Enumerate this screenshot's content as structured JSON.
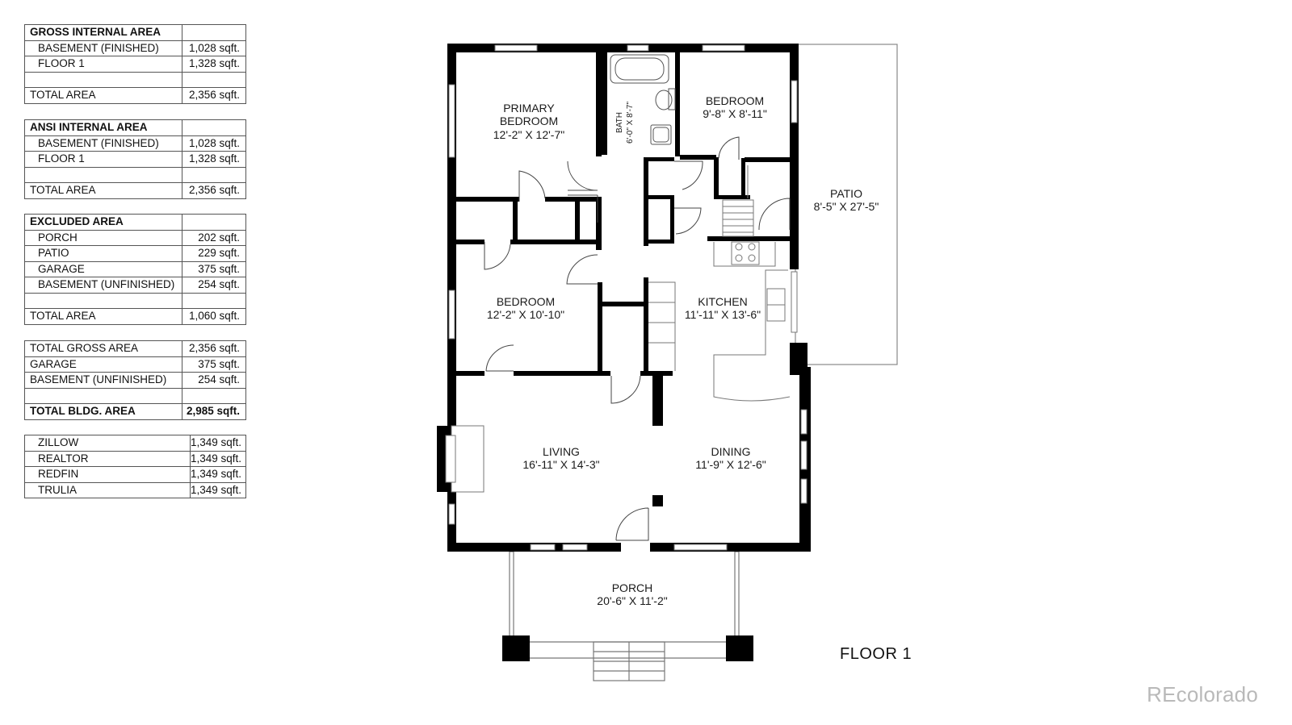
{
  "tables": {
    "gross": {
      "title": "GROSS INTERNAL AREA",
      "rows": [
        {
          "label": "BASEMENT (FINISHED)",
          "value": "1,028 sqft."
        },
        {
          "label": "FLOOR 1",
          "value": "1,328 sqft."
        }
      ],
      "total_label": "TOTAL AREA",
      "total_value": "2,356 sqft."
    },
    "ansi": {
      "title": "ANSI INTERNAL AREA",
      "rows": [
        {
          "label": "BASEMENT (FINISHED)",
          "value": "1,028 sqft."
        },
        {
          "label": "FLOOR 1",
          "value": "1,328 sqft."
        }
      ],
      "total_label": "TOTAL AREA",
      "total_value": "2,356 sqft."
    },
    "excluded": {
      "title": "EXCLUDED AREA",
      "rows": [
        {
          "label": "PORCH",
          "value": "202 sqft."
        },
        {
          "label": "PATIO",
          "value": "229 sqft."
        },
        {
          "label": "GARAGE",
          "value": "375 sqft."
        },
        {
          "label": "BASEMENT (UNFINISHED)",
          "value": "254 sqft."
        }
      ],
      "total_label": "TOTAL AREA",
      "total_value": "1,060 sqft."
    },
    "summary": {
      "rows": [
        {
          "label": "TOTAL GROSS AREA",
          "value": "2,356 sqft."
        },
        {
          "label": "GARAGE",
          "value": "375 sqft."
        },
        {
          "label": "BASEMENT (UNFINISHED)",
          "value": "254 sqft."
        }
      ],
      "total_label": "TOTAL BLDG. AREA",
      "total_value": "2,985 sqft."
    },
    "portals": {
      "rows": [
        {
          "label": "ZILLOW",
          "value": "1,349 sqft."
        },
        {
          "label": "REALTOR",
          "value": "1,349 sqft."
        },
        {
          "label": "REDFIN",
          "value": "1,349 sqft."
        },
        {
          "label": "TRULIA",
          "value": "1,349 sqft."
        }
      ]
    }
  },
  "rooms": {
    "primary_bedroom": {
      "line1": "PRIMARY",
      "line2": "BEDROOM",
      "dims": "12'-2\" X 12'-7\""
    },
    "bath": {
      "name": "BATH",
      "dims": "6'-0\" X 8'-7\""
    },
    "bedroom2": {
      "name": "BEDROOM",
      "dims": "9'-8\" X 8'-11\""
    },
    "patio": {
      "name": "PATIO",
      "dims": "8'-5\" X 27'-5\""
    },
    "bedroom3": {
      "name": "BEDROOM",
      "dims": "12'-2\" X 10'-10\""
    },
    "kitchen": {
      "name": "KITCHEN",
      "dims": "11'-11\" X 13'-6\""
    },
    "living": {
      "name": "LIVING",
      "dims": "16'-11\" X 14'-3\""
    },
    "dining": {
      "name": "DINING",
      "dims": "11'-9\" X 12'-6\""
    },
    "porch": {
      "name": "PORCH",
      "dims": "20'-6\" X 11'-2\""
    }
  },
  "floor_label": "FLOOR 1",
  "brand": "REcolorado"
}
